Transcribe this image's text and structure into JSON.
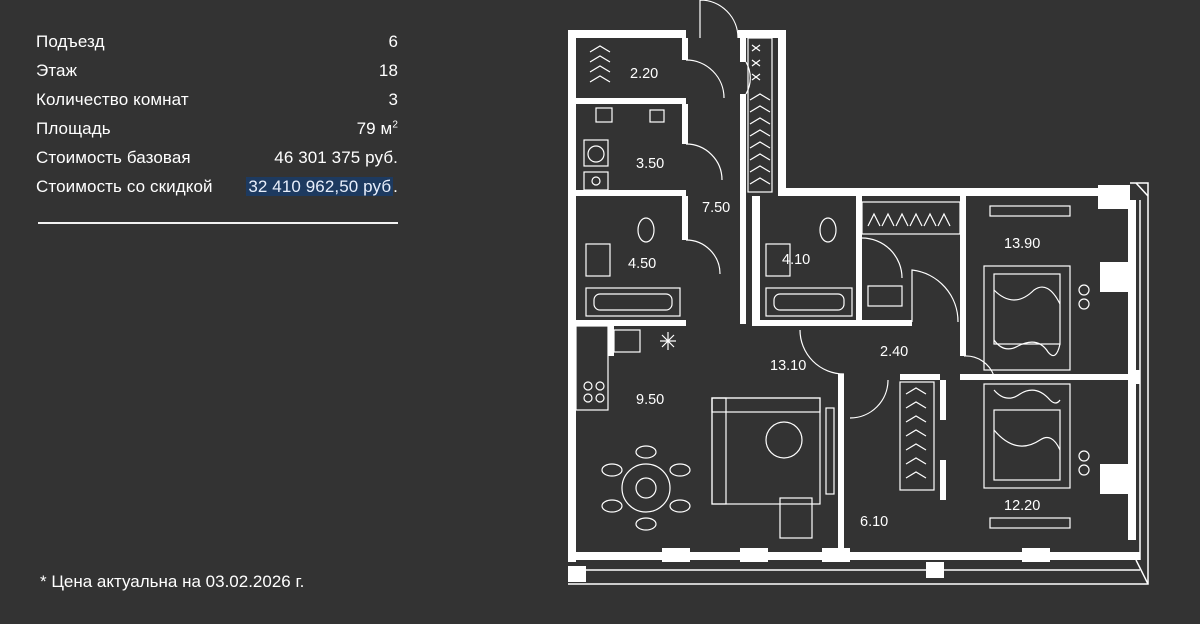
{
  "info": {
    "rows": [
      {
        "label": "Подъезд",
        "value": "6"
      },
      {
        "label": "Этаж",
        "value": "18"
      },
      {
        "label": "Количество комнат",
        "value": "3"
      },
      {
        "label": "Площадь",
        "value": "79 м",
        "unit_sup": "2"
      },
      {
        "label": "Стоимость базовая",
        "value": "46 301 375 руб."
      },
      {
        "label": "Стоимость со скидкой",
        "value": "32 410 962,50 руб",
        "value_suffix": "."
      }
    ]
  },
  "note": "* Цена актуальна на  03.02.2026 г.",
  "plan": {
    "rooms": [
      {
        "id": "closet",
        "area": "2.20"
      },
      {
        "id": "laundry",
        "area": "3.50"
      },
      {
        "id": "hall",
        "area": "7.50"
      },
      {
        "id": "bath-1",
        "area": "4.50"
      },
      {
        "id": "bath-2",
        "area": "4.10"
      },
      {
        "id": "bedroom-1",
        "area": "13.90"
      },
      {
        "id": "corridor",
        "area": "2.40"
      },
      {
        "id": "living",
        "area": "13.10"
      },
      {
        "id": "kitchen",
        "area": "9.50"
      },
      {
        "id": "wardrobe",
        "area": "6.10"
      },
      {
        "id": "bedroom-2",
        "area": "12.20"
      }
    ]
  },
  "colors": {
    "background": "#333333",
    "text": "#ffffff",
    "highlight": "#1d3a60"
  }
}
